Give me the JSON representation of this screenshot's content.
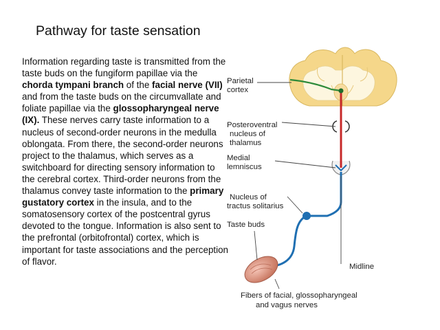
{
  "slide": {
    "title": "Pathway for taste sensation",
    "paragraph": [
      {
        "t": "Information regarding taste is transmitted from the taste buds on the fungiform papillae via the ",
        "b": false
      },
      {
        "t": "chorda tympani branch",
        "b": true
      },
      {
        "t": " of the ",
        "b": false
      },
      {
        "t": "facial nerve (VII)",
        "b": true
      },
      {
        "t": " and from the taste buds on the circumvallate and foliate papillae via the ",
        "b": false
      },
      {
        "t": "glossopharyngeal nerve (IX).",
        "b": true
      },
      {
        "t": " These nerves carry taste information to a nucleus of second-order neurons in the medulla oblongata. From there, the second-order neurons project to the thalamus, which serves as a switchboard for directing sensory information to the cerebral cortex. Third-order neurons from the thalamus convey taste information to the ",
        "b": false
      },
      {
        "t": "primary gustatory cortex",
        "b": true
      },
      {
        "t": " in the insula, and to the somatosensory cortex of the postcentral gyrus devoted to the tongue. Information is also sent to the prefrontal (orbitofrontal) cortex, which is important for taste associations and the perception of flavor.",
        "b": false
      }
    ]
  },
  "figure": {
    "labels": {
      "parietal_1": "Parietal",
      "parietal_2": "cortex",
      "pv_1": "Posteroventral",
      "pv_2": "nucleus of",
      "pv_3": "thalamus",
      "ml_1": "Medial",
      "ml_2": "lemniscus",
      "nts_1": "Nucleus of",
      "nts_2": "tractus solitarius",
      "tb": "Taste buds",
      "midline": "Midline",
      "fibers_1": "Fibers of facial, glossopharyngeal",
      "fibers_2": "and vagus nerves"
    },
    "colors": {
      "cortex": "#f5d78a",
      "gray_matter": "#f7dca0",
      "white_matter": "#fdf6df",
      "red_pathway": "#c62828",
      "blue_pathway": "#1f6fb2",
      "green_pathway": "#2e8b3a",
      "taste_bud": "#e8a090"
    }
  }
}
